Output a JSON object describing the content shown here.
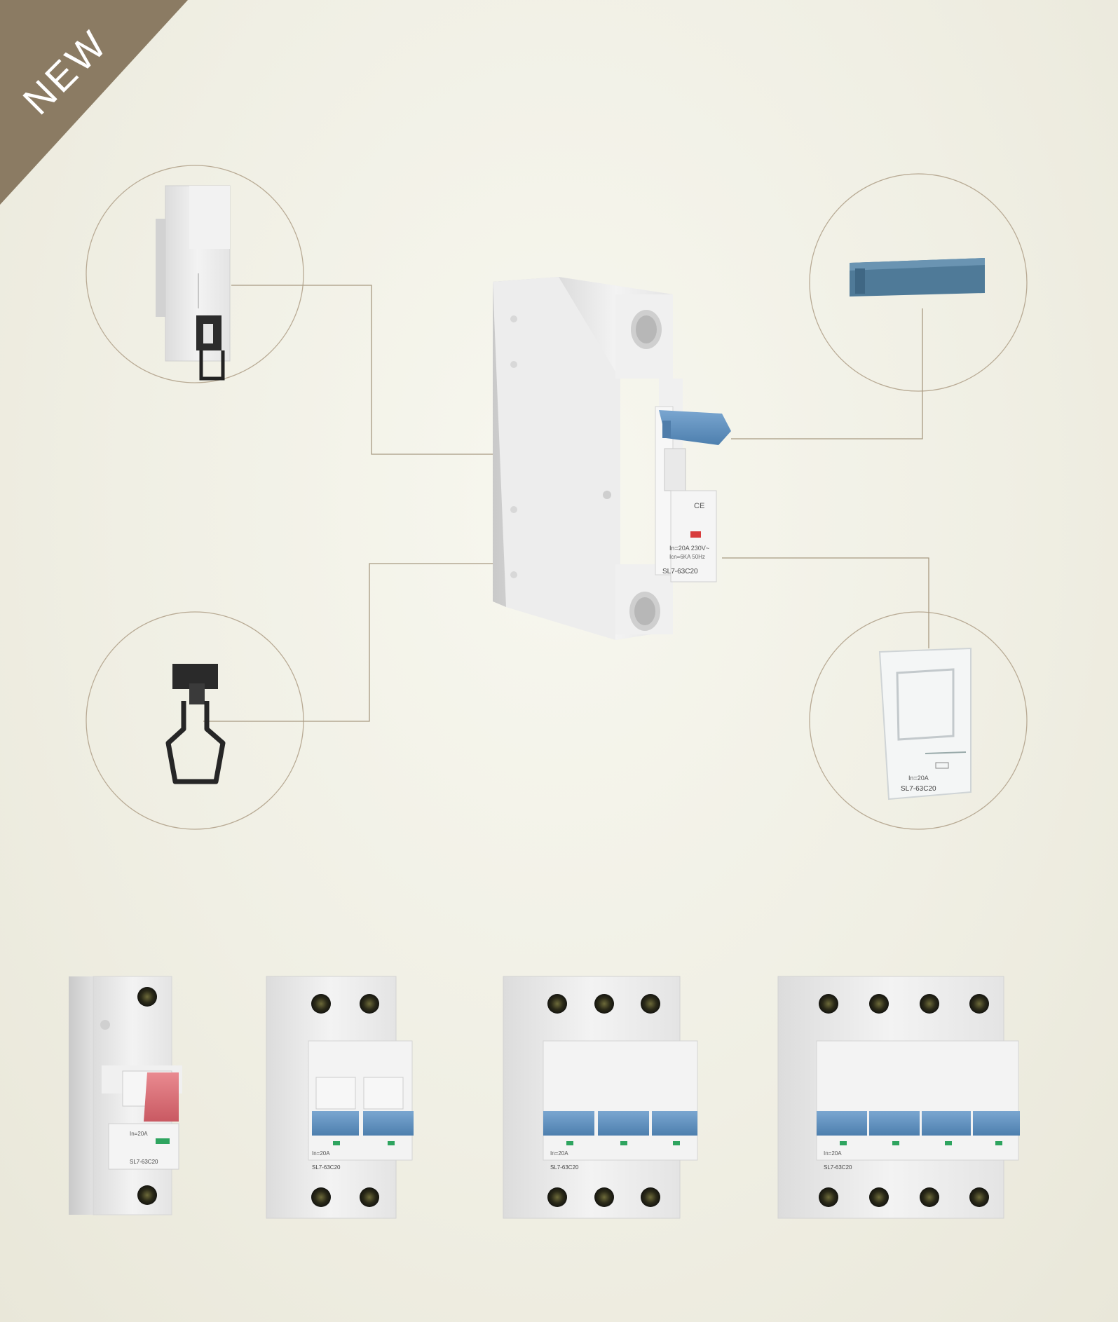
{
  "badge": {
    "label": "NEW",
    "color": "#8b7b63"
  },
  "colors": {
    "accent_ring": "#b8aa94",
    "handle_blue": "#5e8fbd",
    "handle_red": "#d86a72",
    "terminal_cover": "#4f7a98"
  },
  "main_breaker": {
    "ce_mark": "CE",
    "rating": "In=20A 230V~",
    "breaking": "Icn=6KA 50Hz",
    "model": "SL7-63C20"
  },
  "callouts": {
    "top_left": "DIN rail clip",
    "top_right": "terminal-cover-icon",
    "bottom_left": "lock-clip-icon",
    "bottom_right": "label-cover-icon"
  },
  "label_cover": {
    "rating": "In=20A",
    "model": "SL7-63C20"
  },
  "lineup": [
    {
      "poles": 1,
      "model": "SL7-63C20",
      "rating": "In=20A",
      "handle": "red"
    },
    {
      "poles": 2,
      "model": "SL7-63C20",
      "rating": "In=20A",
      "handle": "blue"
    },
    {
      "poles": 3,
      "model": "SL7-63C20",
      "rating": "In=20A",
      "handle": "blue"
    },
    {
      "poles": 4,
      "model": "SL7-63C20",
      "rating": "In=20A",
      "handle": "blue"
    }
  ]
}
